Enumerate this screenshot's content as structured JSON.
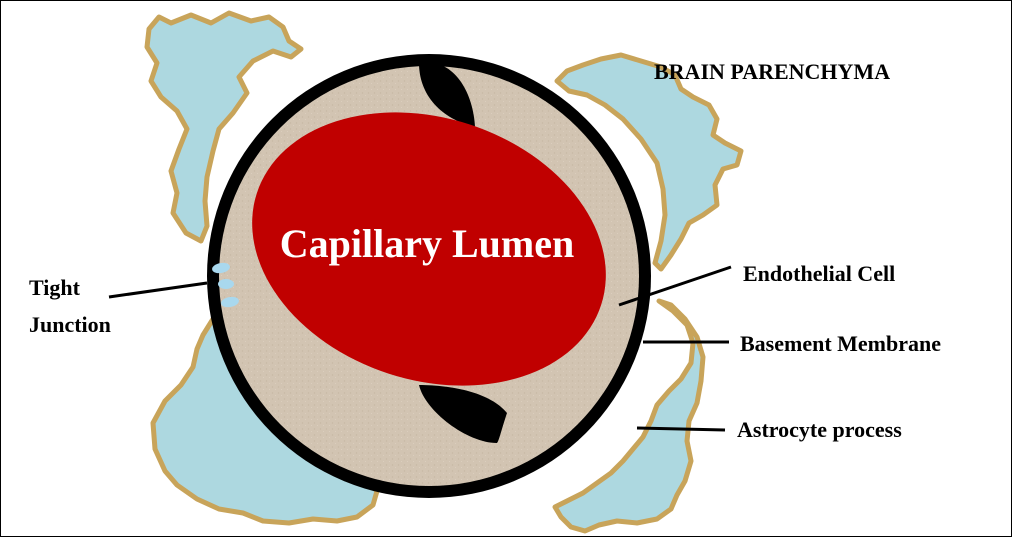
{
  "diagram": {
    "region_label": "BRAIN PARENCHYMA",
    "lumen_label": "Capillary Lumen",
    "labels": {
      "tight_junction_line1": "Tight",
      "tight_junction_line2": "Junction",
      "endothelial_cell": "Endothelial Cell",
      "basement_membrane": "Basement Membrane",
      "astrocyte_process": "Astrocyte process"
    },
    "colors": {
      "astrocyte_fill": "#add8e0",
      "astrocyte_outline": "#c8a45a",
      "basement_membrane": "#000000",
      "endothelium": "#d2c4b2",
      "lumen": "#c00000",
      "nucleus": "#000000",
      "tight_junction": "#a9d8ee"
    }
  }
}
